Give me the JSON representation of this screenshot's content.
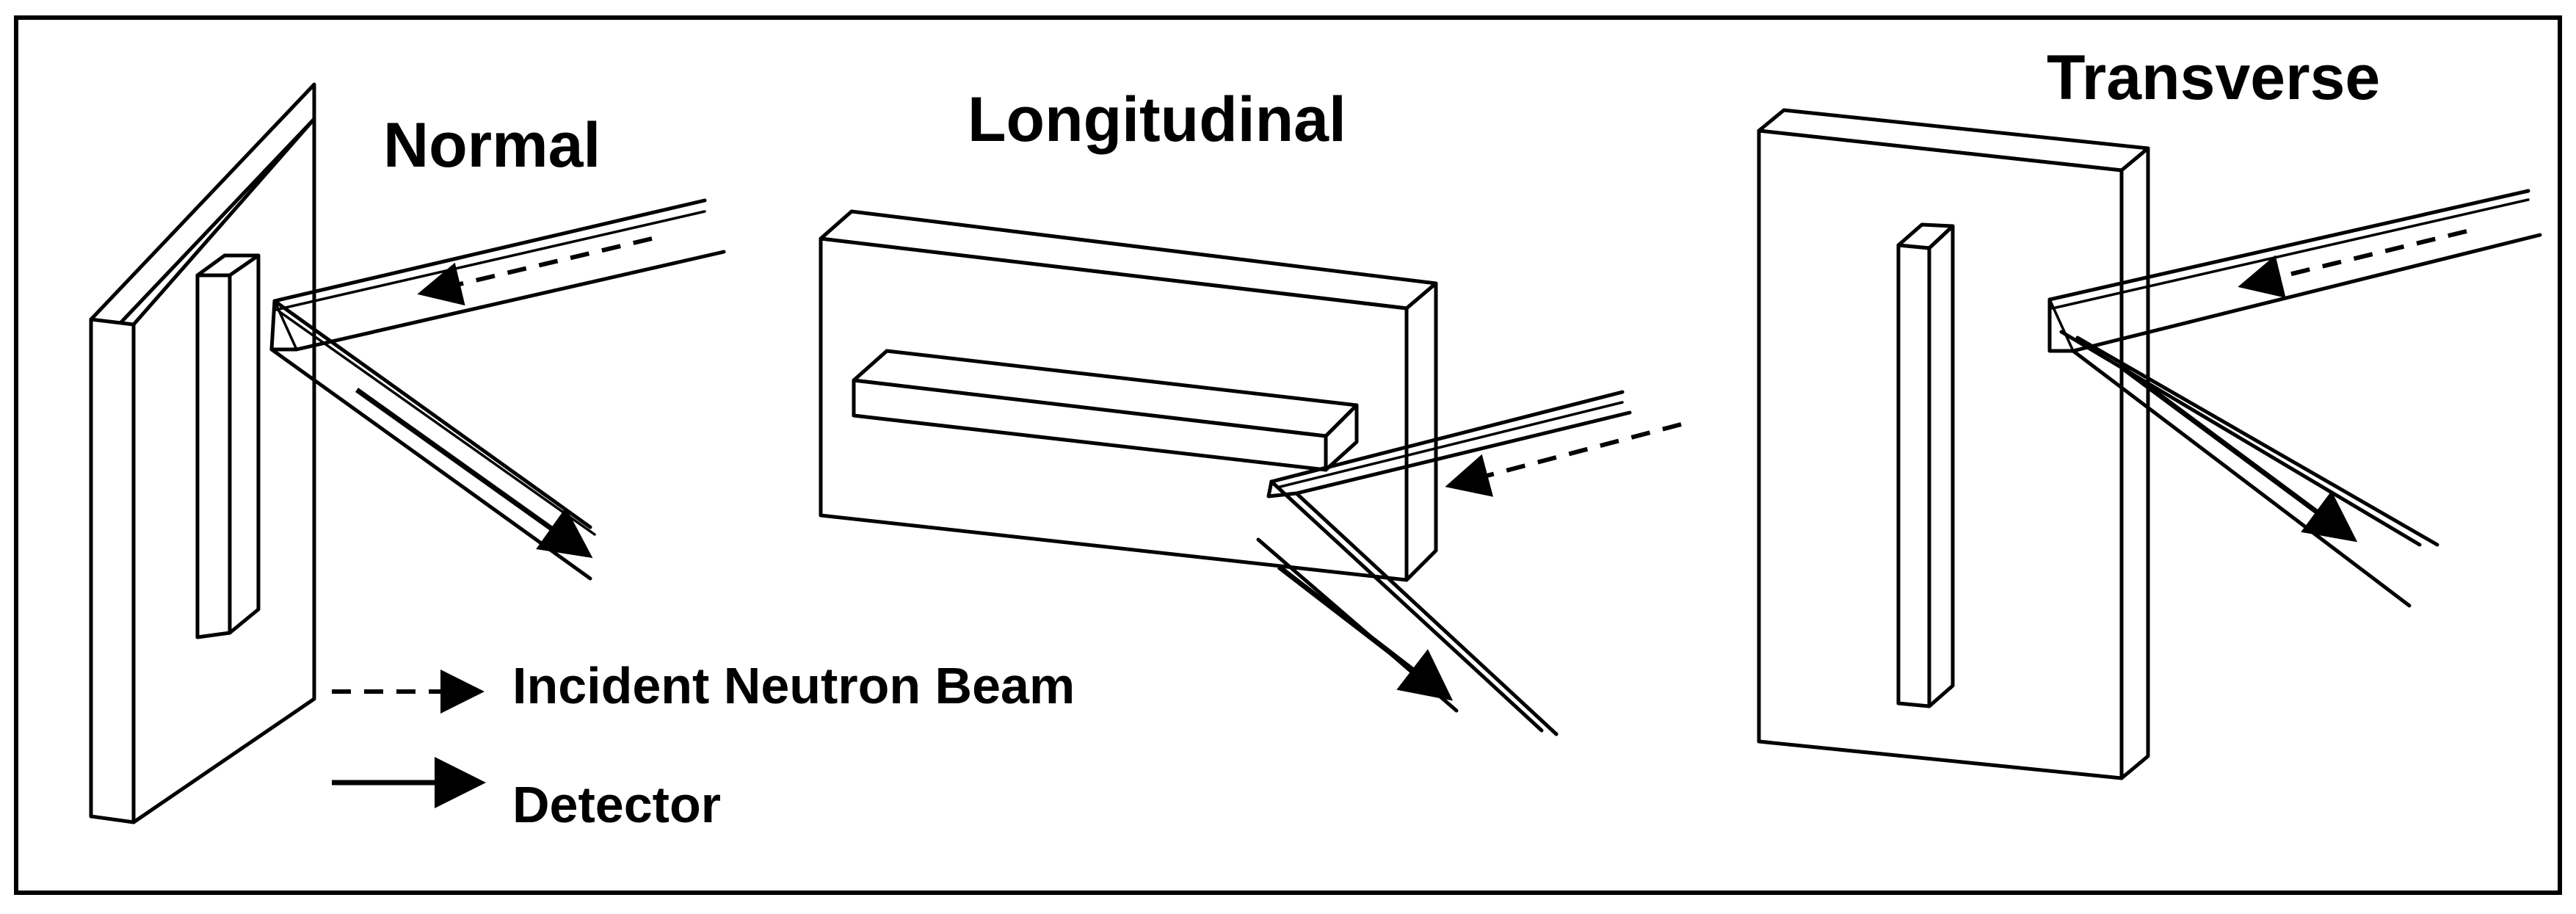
{
  "figure": {
    "panels": [
      {
        "id": "normal",
        "title": "Normal"
      },
      {
        "id": "longitudinal",
        "title": "Longitudinal"
      },
      {
        "id": "transverse",
        "title": "Transverse"
      }
    ],
    "legend": {
      "incident": "Incident Neutron Beam",
      "detector": "Detector"
    }
  }
}
